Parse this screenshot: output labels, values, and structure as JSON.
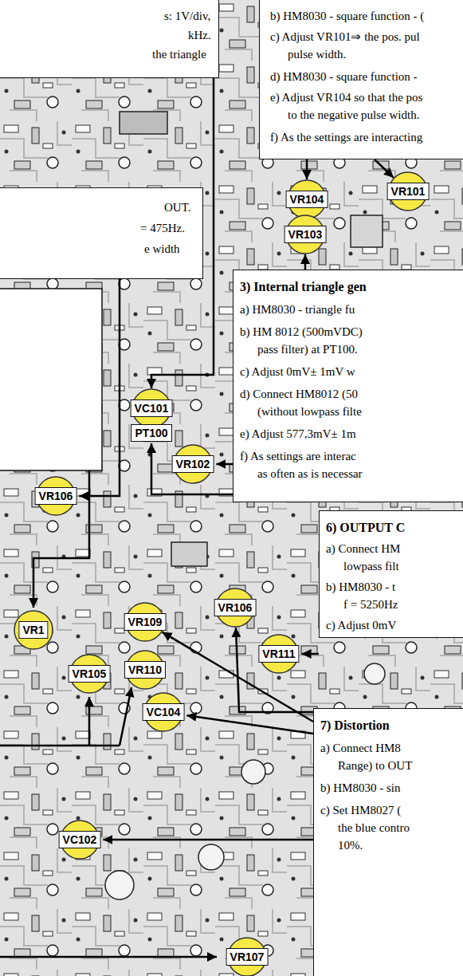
{
  "diagram": {
    "nodes": [
      {
        "text": [
          "s: 1V/div,",
          "kHz.",
          "the triangle"
        ]
      },
      {
        "text": [
          "b) HM8030 - square function - (",
          "c) Adjust VR101⇒ the pos. pul",
          "pulse width.",
          "d) HM8030 - square function -",
          "e) Adjust VR104 so that the pos",
          "to the negative pulse width.",
          "f) As the settings are interacting"
        ]
      },
      {
        "text": [
          "VR104"
        ]
      },
      {
        "text": [
          "VR101"
        ]
      },
      {
        "text": [
          "OUT.",
          "= 475Hz.",
          "e width"
        ]
      },
      {
        "text": [
          "VR103"
        ]
      },
      {
        "text": [
          "3) Internal triangle gen",
          "a) HM8030 - triangle fu",
          "b) HM 8012 (500mVDC)",
          "pass filter) at PT100.",
          "c) Adjust 0mV± 1mV w",
          "d) Connect HM8012 (50",
          "(without lowpass filte",
          "e) Adjust 577,3mV± 1m",
          "f) As settings are interac",
          "as often as is necessar"
        ]
      },
      {
        "text": [
          "VC101"
        ]
      },
      {
        "text": [
          "PT100"
        ]
      },
      {
        "text": [
          "VR102"
        ]
      },
      {
        "text": [
          "VR106"
        ]
      },
      {
        "text": [
          "6) OUTPUT C",
          "a) Connect HM",
          "lowpass filt",
          "b) HM8030 - t",
          "f = 5250Hz",
          "c) Adjust 0mV"
        ]
      },
      {
        "text": [
          "VR106"
        ]
      },
      {
        "text": [
          "VR109"
        ]
      },
      {
        "text": [
          "VR1"
        ]
      },
      {
        "text": [
          "VR111"
        ]
      },
      {
        "text": [
          "VR105"
        ]
      },
      {
        "text": [
          "VR110"
        ]
      },
      {
        "text": [
          "VC104"
        ]
      },
      {
        "text": [
          "7) Distortion",
          "a) Connect HM8",
          "Range) to OUT",
          "b) HM8030 - sin",
          "c) Set HM8027 (",
          "the blue contro",
          "10%."
        ]
      },
      {
        "text": [
          "VC102"
        ]
      },
      {
        "text": [
          "VR107"
        ]
      }
    ],
    "edges": [
      {
        "from": 0,
        "to": 7,
        "arrow": "to"
      },
      {
        "from": 1,
        "to": 2,
        "arrow": "to"
      },
      {
        "from": 1,
        "to": 3,
        "arrow": "to"
      },
      {
        "from": 4,
        "to": 10,
        "arrow": "to"
      },
      {
        "from": 6,
        "to": 5,
        "arrow": "to"
      },
      {
        "from": 6,
        "to": 8,
        "arrow": "to"
      },
      {
        "from": 6,
        "to": 9,
        "arrow": "to"
      },
      {
        "from": 11,
        "to": 15,
        "arrow": "to"
      },
      {
        "from": 19,
        "to": 13,
        "arrow": "to"
      },
      {
        "from": 19,
        "to": 18,
        "arrow": "to"
      },
      {
        "from": 19,
        "to": 12,
        "arrow": "to"
      },
      {
        "from": 19,
        "to": 20,
        "arrow": "to"
      }
    ]
  }
}
